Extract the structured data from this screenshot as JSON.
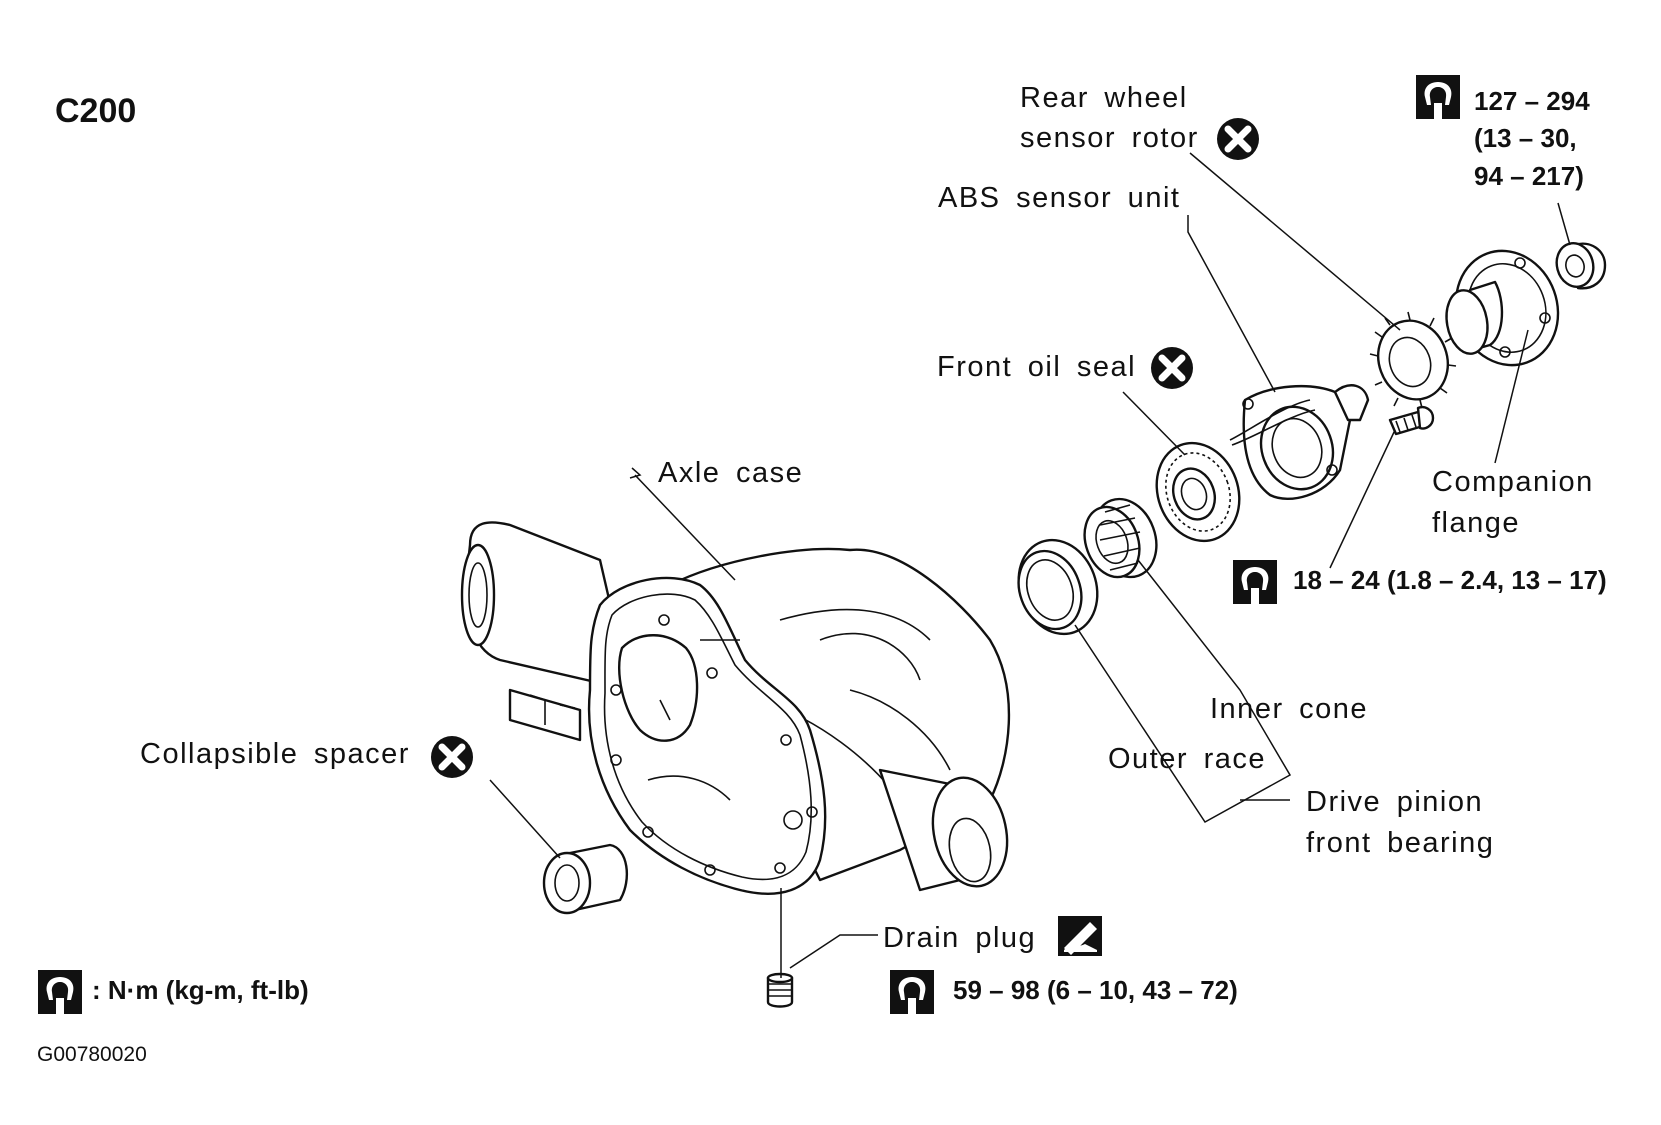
{
  "model_code": "C200",
  "figure_code": "G00780020",
  "legend": {
    "unit_text": ": N·m (kg-m, ft-lb)"
  },
  "labels": {
    "rear_wheel_sensor_rotor": [
      "Rear wheel",
      "sensor rotor"
    ],
    "abs_sensor_unit": "ABS sensor unit",
    "front_oil_seal": "Front oil seal",
    "axle_case": "Axle case",
    "companion_flange": [
      "Companion",
      "flange"
    ],
    "inner_cone": "Inner cone",
    "outer_race": "Outer race",
    "drive_pinion_front_bearing": [
      "Drive pinion",
      "front bearing"
    ],
    "collapsible_spacer": "Collapsible spacer",
    "drain_plug": "Drain plug"
  },
  "torques": {
    "companion_nut": [
      "127 – 294",
      "(13 – 30,",
      "94 – 217)"
    ],
    "sensor_bolt": "18 – 24 (1.8 – 2.4, 13 – 17)",
    "drain_plug": "59 – 98 (6 – 10, 43 – 72)"
  },
  "icons": {
    "torque_wrench": "torque-wrench-icon",
    "always_replace": "always-replace-x-icon",
    "sealant": "apply-sealant-icon"
  }
}
